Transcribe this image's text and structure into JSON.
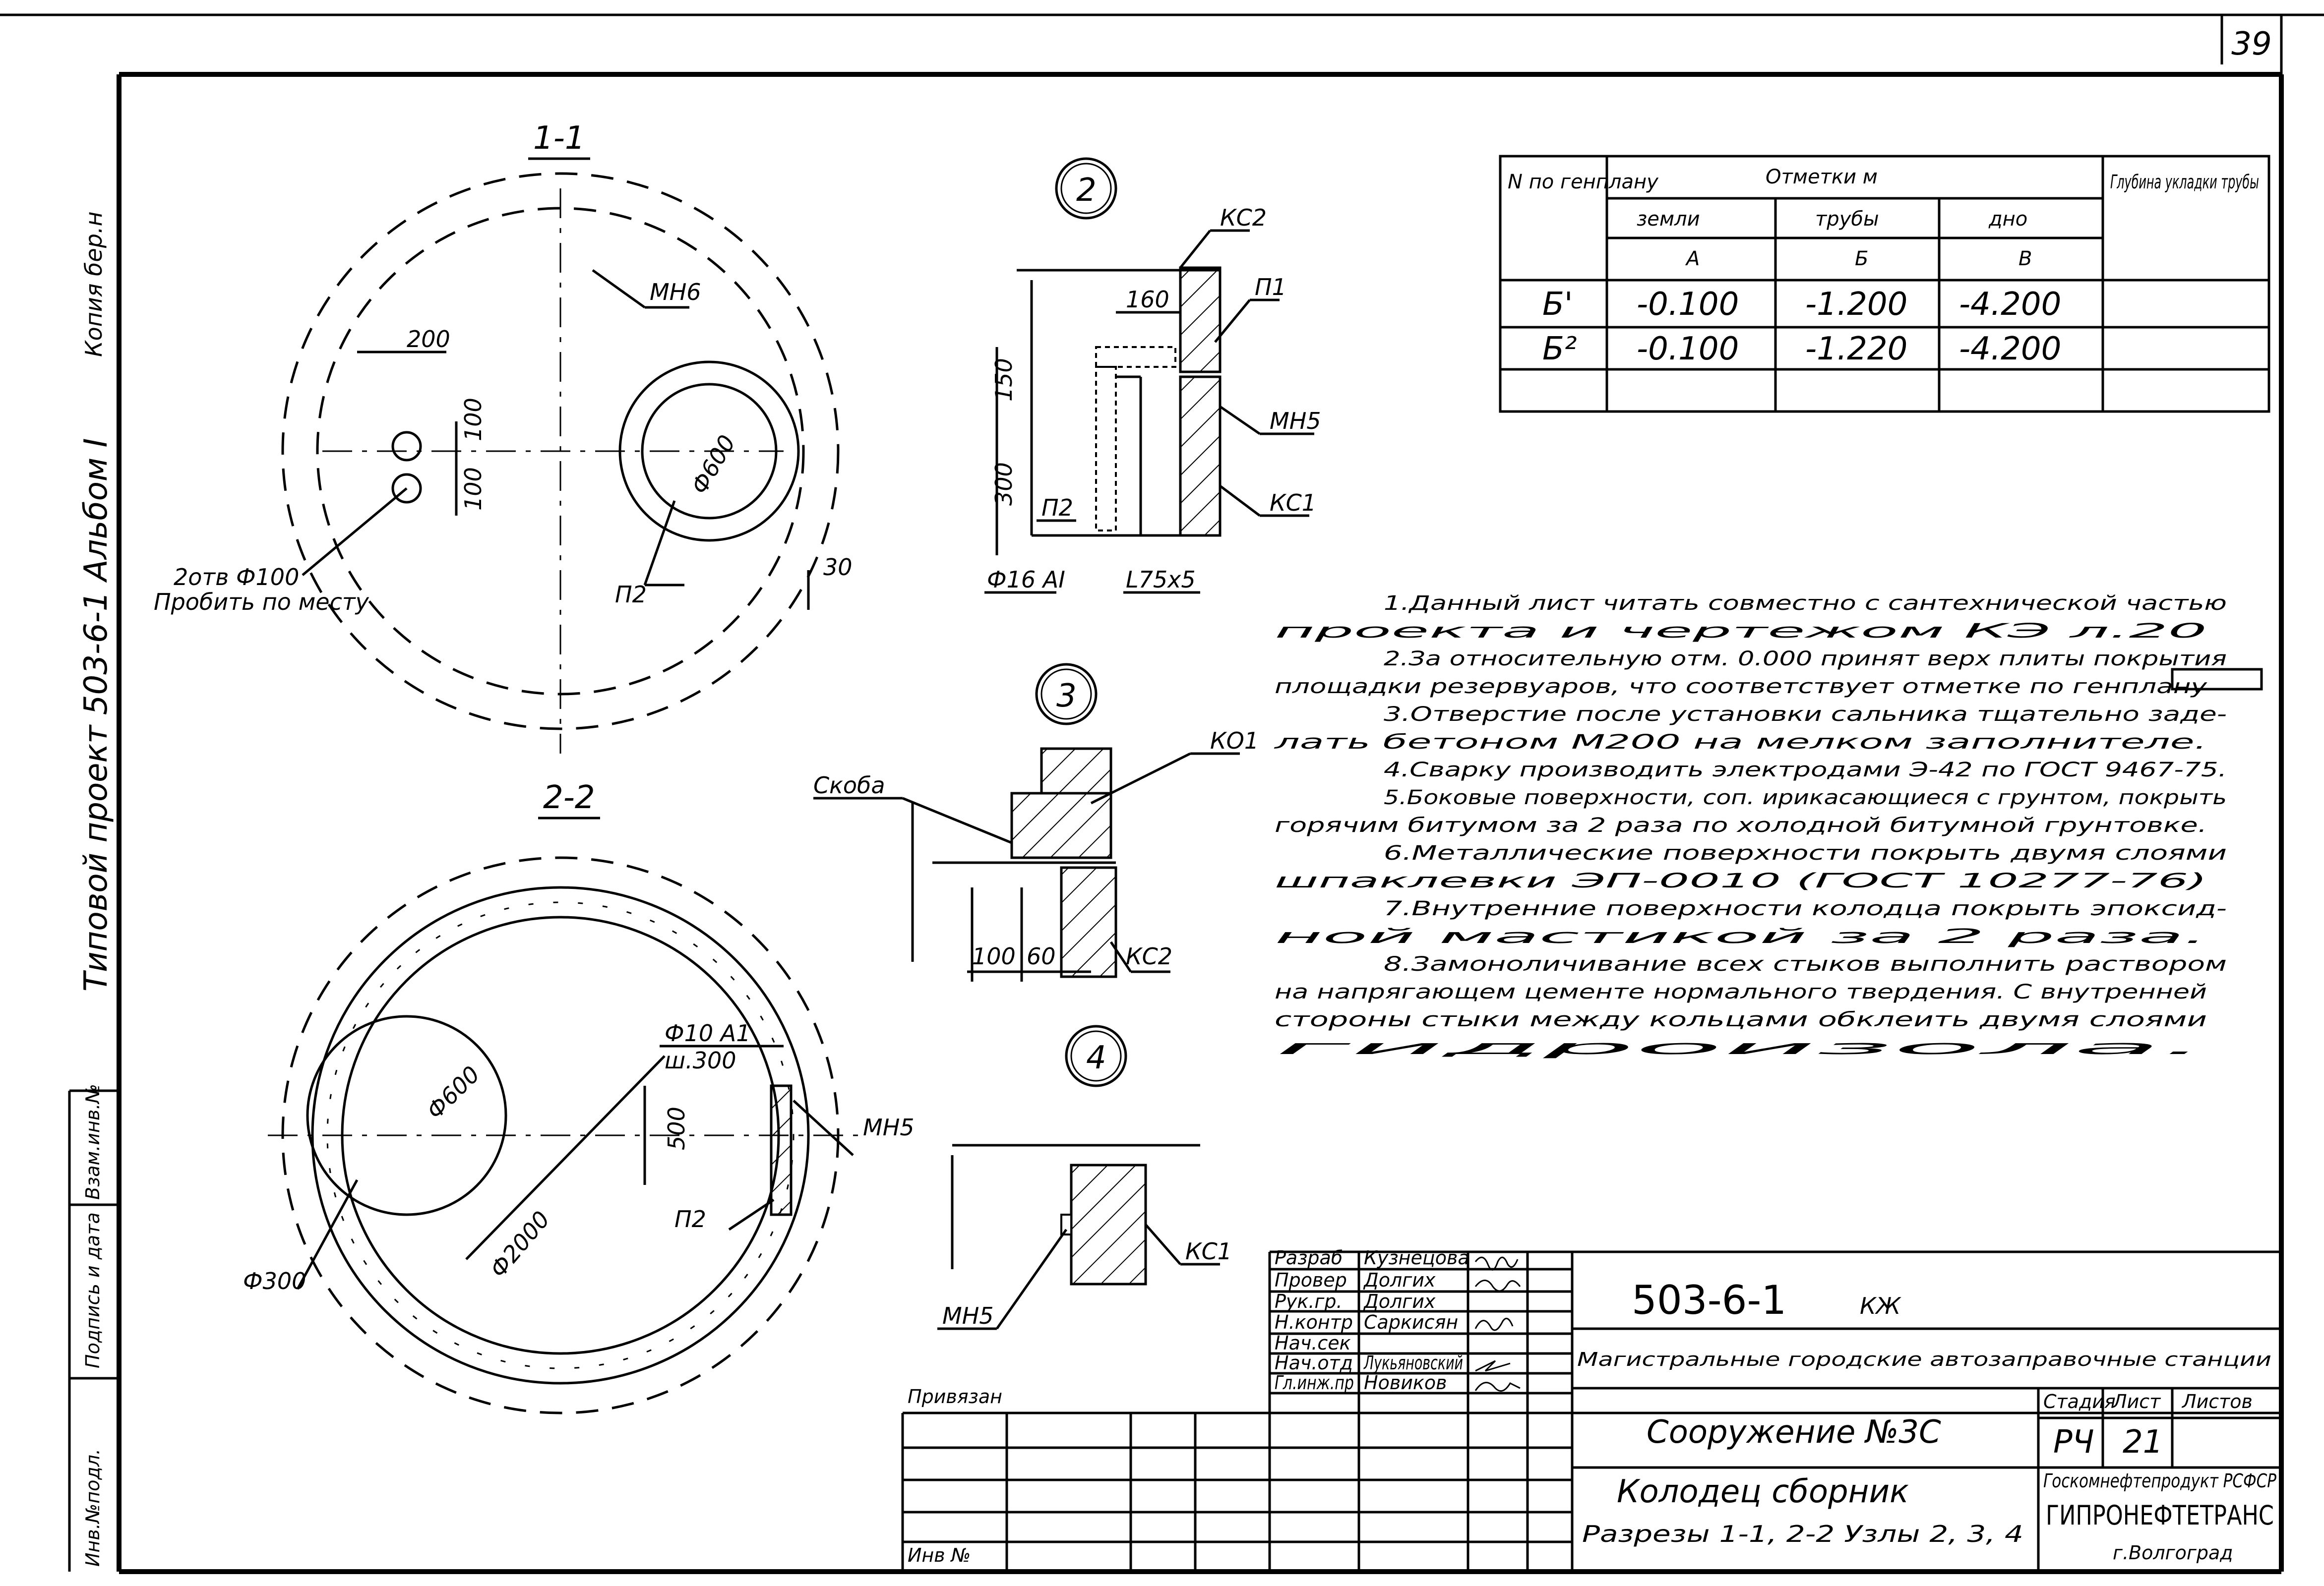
{
  "sheet": {
    "page_number": "39",
    "left_margin": {
      "copy_note": "Копия бер.н",
      "project": "Типовой проект 503-6-1 Альбом I",
      "inv_cells": [
        "Инв.№подл.",
        "Подпись и дата",
        "Взам.инв.№"
      ]
    }
  },
  "section_1_1": {
    "title": "1-1",
    "labels": [
      "200",
      "100",
      "100",
      "30",
      "Ф600",
      "МН6",
      "П2",
      "2отв Ф100",
      "Пробить по месту"
    ]
  },
  "section_2_2": {
    "title": "2-2",
    "labels": [
      "Ф10 А1",
      "ш.300",
      "Ф600",
      "500",
      "Ф2000",
      "Ф300",
      "МН5",
      "П2"
    ]
  },
  "node_2": {
    "number": "2",
    "labels": [
      "КС2",
      "П1",
      "160",
      "150",
      "300",
      "П2",
      "МН5",
      "КС1",
      "Ф16 АI",
      "L75x5"
    ]
  },
  "node_3": {
    "number": "3",
    "labels": [
      "Скоба",
      "КО1",
      "100",
      "60",
      "КС2"
    ]
  },
  "node_4": {
    "number": "4",
    "labels": [
      "МН5",
      "КС1"
    ]
  },
  "elev_table": {
    "header": {
      "col1": "N по генплану",
      "marks": "Отметки м",
      "sub": [
        "земли",
        "трубы",
        "дно"
      ],
      "letters": [
        "А",
        "Б",
        "В"
      ],
      "depth": "Глубина укладки трубы"
    },
    "rows": [
      {
        "n": "Б'",
        "ground": "-0.100",
        "pipe": "-1.200",
        "bottom": "-4.200",
        "depth": ""
      },
      {
        "n": "Б²",
        "ground": "-0.100",
        "pipe": "-1.220",
        "bottom": "-4.200",
        "depth": ""
      },
      {
        "n": "",
        "ground": "",
        "pipe": "",
        "bottom": "",
        "depth": ""
      }
    ]
  },
  "notes": [
    "1.Данный лист читать совместно с сантехнической частью",
    "проекта и чертежом КЭ л.20",
    "2.За относительную отм. 0.000 принят верх плиты покрытия",
    "площадки резервуаров, что соответствует отметке по генплану",
    "3.Отверстие после установки сальника тщательно заде-",
    "лать бетоном М200 на мелком заполнителе.",
    "4.Сварку производить электродами Э-42 по ГОСТ 9467-75.",
    "5.Боковые поверхности, соп. ирикасающиеся с грунтом, покрыть",
    "горячим битумом за 2 раза по холодной битумной грунтовке.",
    "6.Металлические поверхности покрыть двумя слоями",
    "шпаклевки ЭП-0010 (ГОСТ 10277-76)",
    "7.Внутренние поверхности колодца покрыть эпоксид-",
    "ной мастикой за 2 раза.",
    "8.Замоноличивание всех стыков выполнить раствором",
    "на напрягающем цементе нормального твердения. С внутренней",
    "стороны стыки между кольцами обклеить двумя слоями",
    "гидроизола."
  ],
  "title_block": {
    "roles": [
      "Разраб",
      "Провер",
      "Рук.гр.",
      "Н.контр",
      "Нач.сек",
      "Нач.отд",
      "Гл.инж.пр"
    ],
    "names": [
      "Кузнецова",
      "Долгих",
      "Долгих",
      "Саркисян",
      "",
      "Лукьяновский",
      "Новиков"
    ],
    "tied": "Привязан",
    "inv_no": "Инв №",
    "code": "503-6-1",
    "code_suffix": "КЖ",
    "project_name": "Магистральные городские автозаправочные станции",
    "structure": "Сооружение №3С",
    "stage_head": "Стадия",
    "sheet_head": "Лист",
    "sheets_head": "Листов",
    "stage": "РЧ",
    "sheet_no": "21",
    "sheets_total": "",
    "drawing_title_1": "Колодец сборник",
    "drawing_title_2": "Разрезы 1-1, 2-2 Узлы 2, 3, 4",
    "org_1": "Госкомнефтепродукт РСФСР",
    "org_2": "ГИПРОНЕФТЕТРАНС",
    "org_3": "г.Волгоград"
  }
}
